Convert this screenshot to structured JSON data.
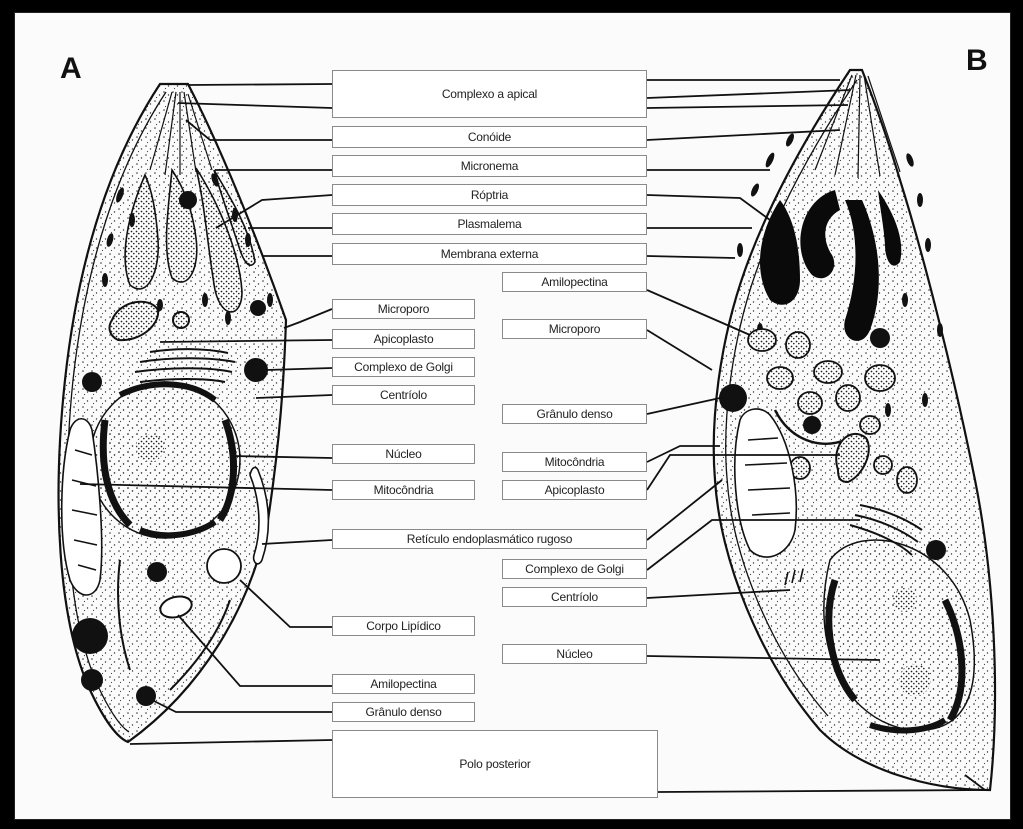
{
  "panels": {
    "left": "A",
    "right": "B"
  },
  "center_labels": {
    "complexo_apical": "Complexo a apical",
    "conoide": "Conóide",
    "micronema": "Micronema",
    "roptria": "Róptria",
    "plasmalema": "Plasmalema",
    "membrana_externa": "Membrana externa",
    "polo_posterior": "Polo posterior"
  },
  "left_labels": {
    "microporo": "Microporo",
    "apicoplasto": "Apicoplasto",
    "complexo_golgi": "Complexo de Golgi",
    "centriolo": "Centríolo",
    "nucleo": "Núcleo",
    "mitocondria": "Mitocôndria",
    "reticulo": "Retículo endoplasmático rugoso",
    "corpo_lipidico": "Corpo Lipídico",
    "amilopectina": "Amilopectina",
    "granulo_denso": "Grânulo denso"
  },
  "right_labels": {
    "amilopectina": "Amilopectina",
    "microporo": "Microporo",
    "granulo_denso": "Grânulo denso",
    "mitocondria": "Mitocôndria",
    "apicoplasto": "Apicoplasto",
    "complexo_golgi": "Complexo de Golgi",
    "centriolo": "Centríolo",
    "nucleo": "Núcleo"
  }
}
